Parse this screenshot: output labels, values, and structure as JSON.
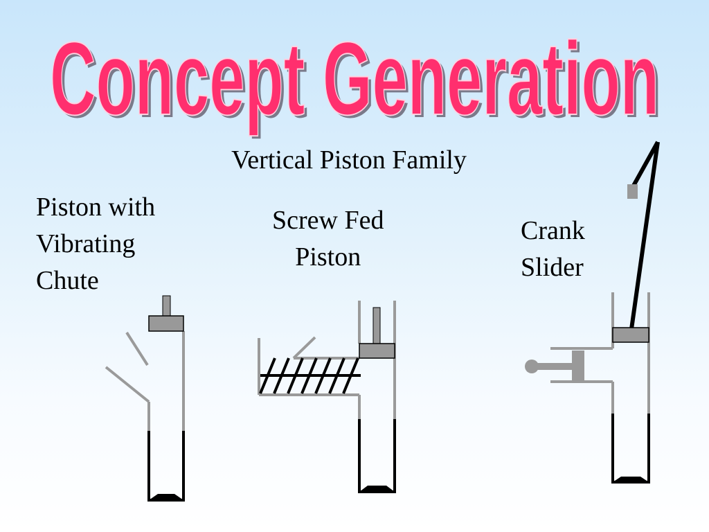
{
  "slide": {
    "title": "Concept Generation",
    "subtitle": "Vertical Piston Family"
  },
  "concepts": [
    {
      "line1": "Piston with",
      "line2": "Vibrating",
      "line3": "Chute"
    },
    {
      "line1": "Screw Fed",
      "line2": "Piston"
    },
    {
      "line1": "Crank",
      "line2": "Slider"
    }
  ],
  "colors": {
    "title_fill": "#ff2f6e",
    "title_stroke": "#ffd1e0",
    "title_shadow": "#7a7a8a",
    "wall": "#9a9a9a",
    "piston": "#999999",
    "ink": "#000000"
  }
}
